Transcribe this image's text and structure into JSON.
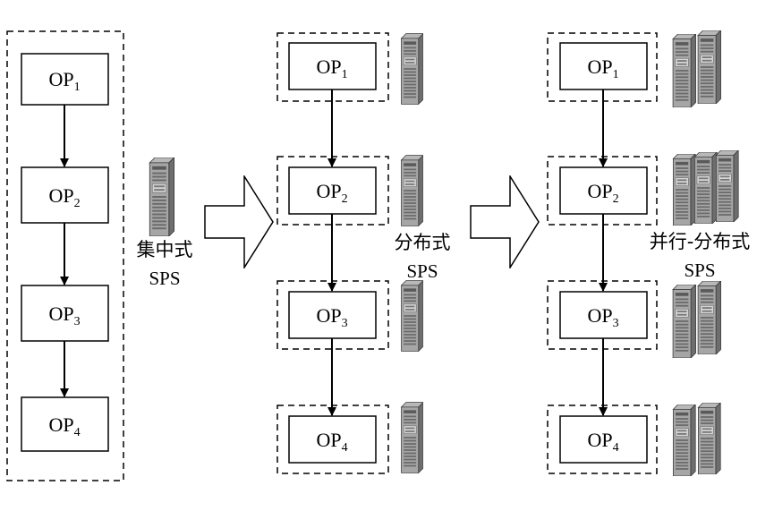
{
  "operators": {
    "op1": {
      "main": "OP",
      "sub": "1"
    },
    "op2": {
      "main": "OP",
      "sub": "2"
    },
    "op3": {
      "main": "OP",
      "sub": "3"
    },
    "op4": {
      "main": "OP",
      "sub": "4"
    }
  },
  "stages": {
    "centralized": {
      "label_cn": "集中式",
      "label_en": "SPS"
    },
    "distributed": {
      "label_cn": "分布式",
      "label_en": "SPS"
    },
    "parallel_distributed": {
      "label_cn": "并行-分布式",
      "label_en": "SPS"
    }
  },
  "icons": {
    "server": "server-icon",
    "transition_arrow": "hollow-right-arrow-icon"
  },
  "colors": {
    "stroke": "#000000",
    "server_body": "#8a8a8a",
    "server_front": "#c8c8c8",
    "server_dark": "#4a4a4a"
  }
}
